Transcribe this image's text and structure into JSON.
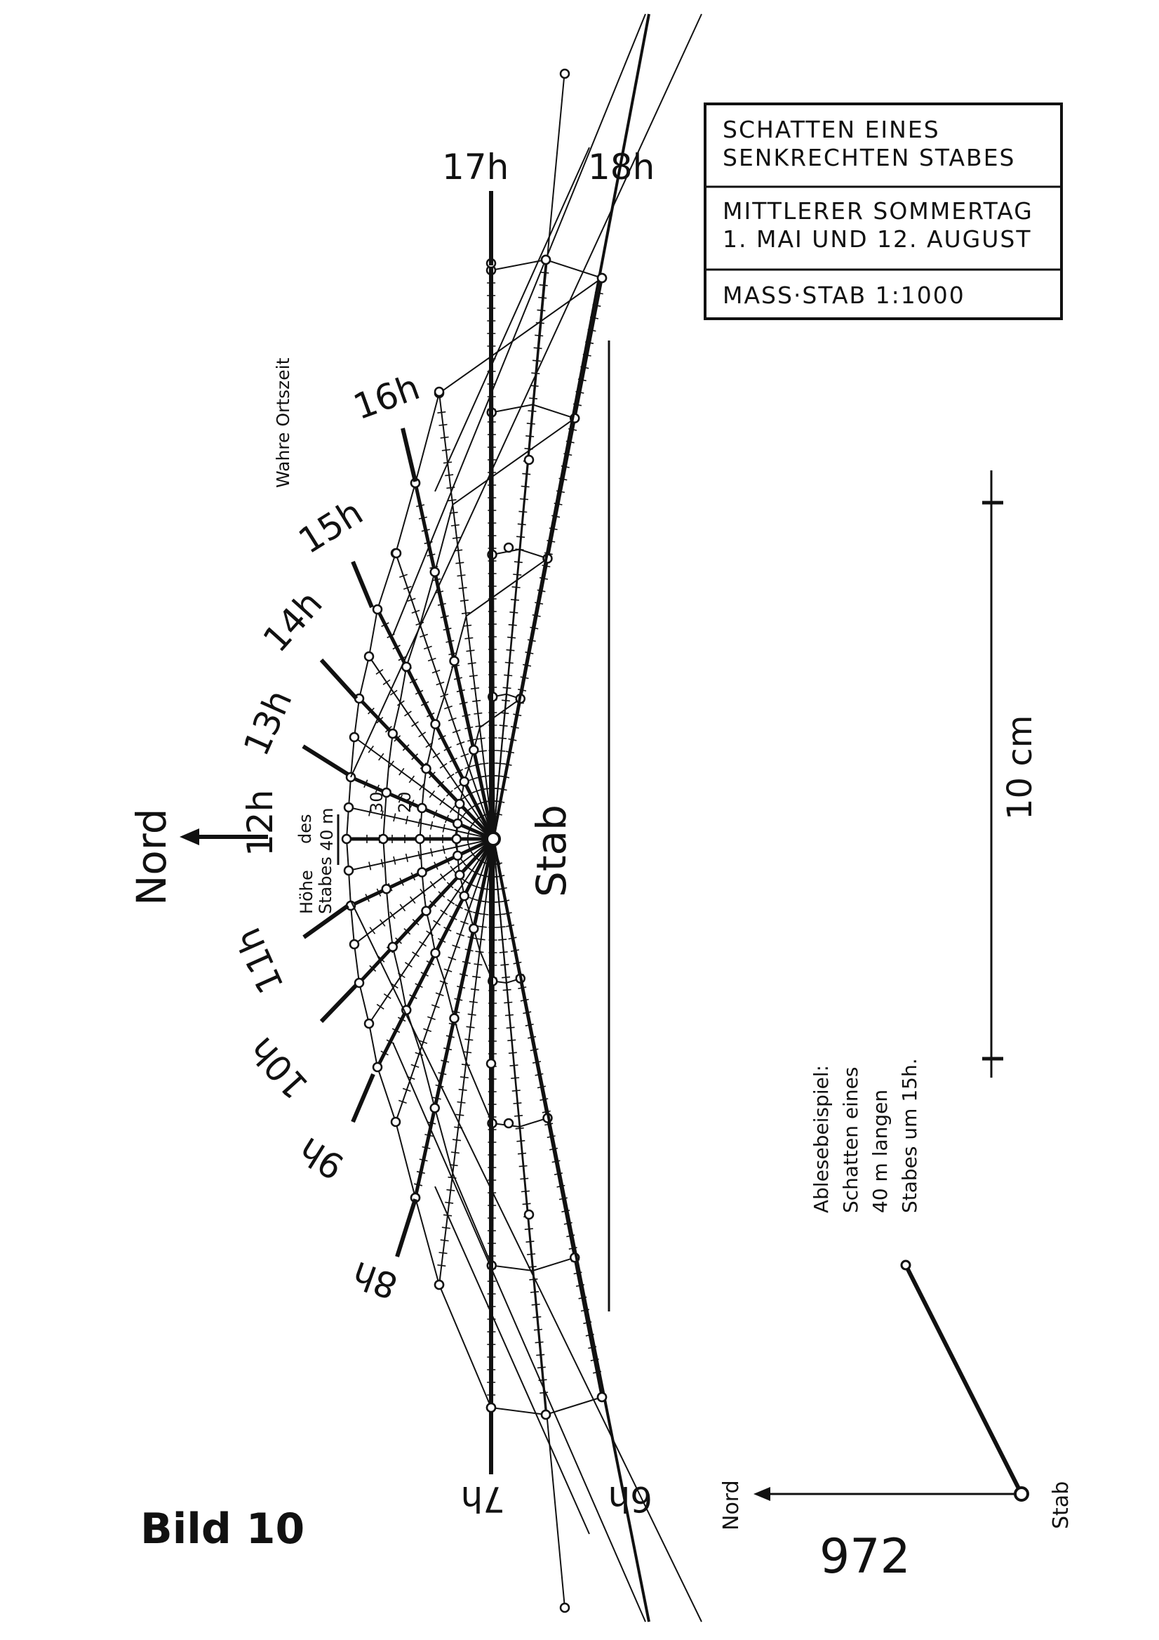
{
  "title_box": {
    "line1": "SCHATTEN EINES",
    "line2": "SENKRECHTEN STABES",
    "line3": "MITTLERER SOMMERTAG",
    "line4": "1. MAI  UND  12. AUGUST",
    "line5": "MASS·STAB  1:1000"
  },
  "labels": {
    "wahre_ortszeit": "Wahre Ortszeit",
    "nord": "Nord",
    "stab": "Stab",
    "hoehe_line1": "Höhe",
    "hoehe_line2": "Stabes",
    "des": "des",
    "height_value": "40 m",
    "ring_30": "30",
    "ring_20": "20",
    "scale_label": "10 cm",
    "example_line1": "Ablesebeispiel:",
    "example_line2": "Schatten eines",
    "example_line3": "40 m langen",
    "example_line4": "Stabes um 15h.",
    "example_nord": "Nord",
    "example_stab": "Stab",
    "bild": "Bild 10",
    "page_number": "972"
  },
  "hour_labels": [
    {
      "key": "17h",
      "text": "17h"
    },
    {
      "key": "18h",
      "text": "18h"
    },
    {
      "key": "16h",
      "text": "16h"
    },
    {
      "key": "15h",
      "text": "15h"
    },
    {
      "key": "14h",
      "text": "14h"
    },
    {
      "key": "13h",
      "text": "13h"
    },
    {
      "key": "12h",
      "text": "12h"
    },
    {
      "key": "11h",
      "text": "11h"
    },
    {
      "key": "10h",
      "text": "10h"
    },
    {
      "key": "9h",
      "text": "9h"
    },
    {
      "key": "8h",
      "text": "8h"
    },
    {
      "key": "7h",
      "text": "7h"
    },
    {
      "key": "6h",
      "text": "6h"
    }
  ],
  "colors": {
    "ink": "#111111",
    "paper": "#ffffff"
  }
}
